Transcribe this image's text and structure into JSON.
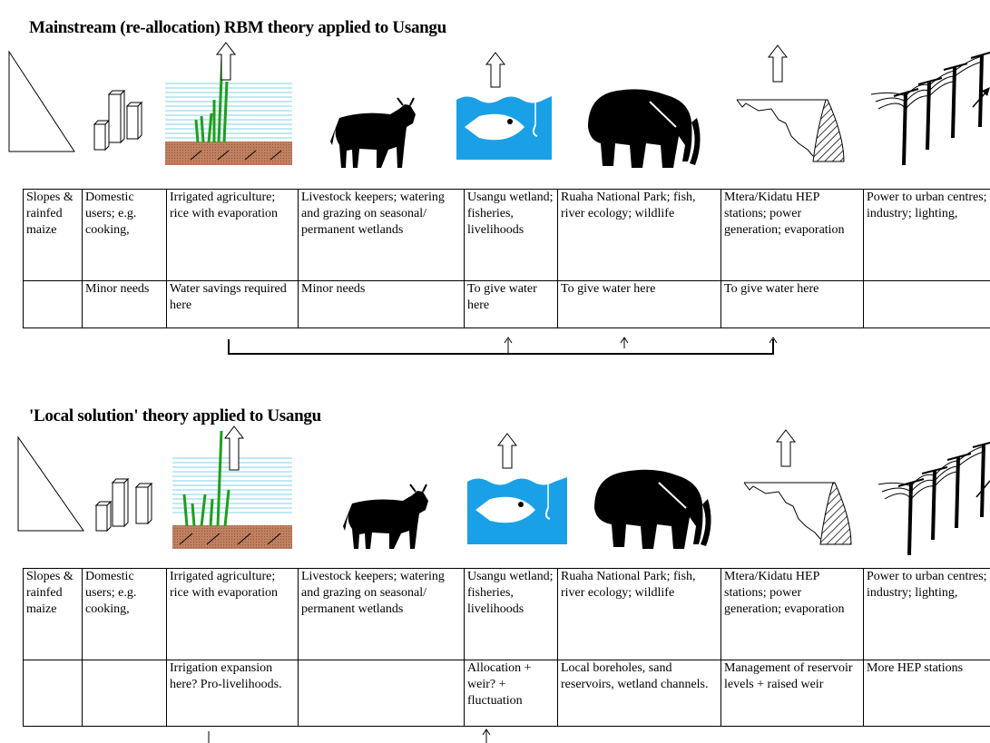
{
  "sections": [
    {
      "title": "Mainstream (re-allocation) RBM theory applied to Usangu",
      "top_row": [
        "Slopes & rainfed maize",
        "Domestic users; e.g. cooking,",
        "Irrigated agriculture; rice with evaporation",
        "Livestock keepers; watering and grazing on seasonal/ permanent wetlands",
        "Usangu wetland; fisheries, livelihoods",
        "Ruaha National Park; fish, river ecology; wildlife",
        "Mtera/Kidatu HEP stations; power generation; evaporation",
        "Power to urban centres; industry; lighting,"
      ],
      "bottom_row": [
        "",
        "Minor needs",
        "Water savings required here",
        "Minor needs",
        "To give water here",
        "To give water here",
        "To give water here",
        ""
      ]
    },
    {
      "title": "'Local solution' theory applied to Usangu",
      "top_row": [
        "Slopes & rainfed maize",
        "Domestic users; e.g. cooking,",
        "Irrigated agriculture; rice with evaporation",
        "Livestock keepers; watering and grazing on seasonal/ permanent wetlands",
        "Usangu wetland; fisheries, livelihoods",
        "Ruaha National Park; fish, river ecology; wildlife",
        "Mtera/Kidatu HEP stations; power generation; evaporation",
        "Power to urban centres; industry; lighting,"
      ],
      "bottom_row": [
        "",
        "",
        "Irrigation expansion here? Pro-livelihoods.",
        "",
        "Allocation + weir? + fluctuation",
        "Local boreholes, sand reservoirs, wetland channels.",
        "Management of reservoir levels + raised weir",
        "More HEP stations"
      ]
    }
  ],
  "icons": [
    "slope-icon",
    "domestic-buildings-icon",
    "irrigated-rice-icon",
    "cow-icon",
    "fish-icon",
    "elephant-icon",
    "dam-icon",
    "power-lines-icon",
    "outflow-arrow-icon"
  ],
  "colors": {
    "water_lines": "#7fd3e6",
    "rice": "#1e9e1e",
    "soil": "#c08060",
    "fish_bg": "#1aa0e6"
  }
}
